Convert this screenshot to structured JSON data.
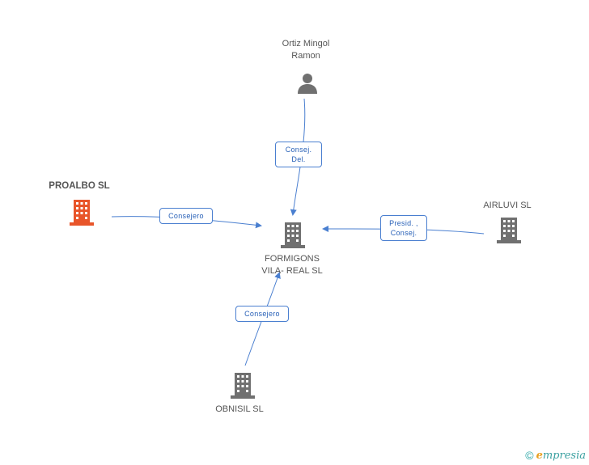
{
  "nodes": {
    "ortiz": {
      "label_line1": "Ortiz Mingol",
      "label_line2": "Ramon",
      "icon": "person-icon",
      "type": "person"
    },
    "proalbo": {
      "label": "PROALBO SL",
      "icon": "building-icon",
      "highlight": true,
      "color": "#e8552a"
    },
    "formigons": {
      "label_line1": "FORMIGONS",
      "label_line2": "VILA- REAL SL",
      "icon": "building-icon"
    },
    "airluvi": {
      "label": "AIRLUVI SL",
      "icon": "building-icon"
    },
    "obnisil": {
      "label": "OBNISIL SL",
      "icon": "building-icon"
    }
  },
  "relations": {
    "ortiz_formigons": {
      "line1": "Consej.",
      "line2": "Del."
    },
    "proalbo_formigons": {
      "line1": "Consejero"
    },
    "airluvi_formigons": {
      "line1": "Presid. ,",
      "line2": "Consej."
    },
    "obnisil_formigons": {
      "line1": "Consejero"
    }
  },
  "footer": {
    "copyright_symbol": "©",
    "brand_first": "e",
    "brand_rest": "mpresia"
  },
  "colors": {
    "edge": "#4a7fd0",
    "icon_gray": "#707070",
    "icon_highlight": "#e8552a"
  }
}
